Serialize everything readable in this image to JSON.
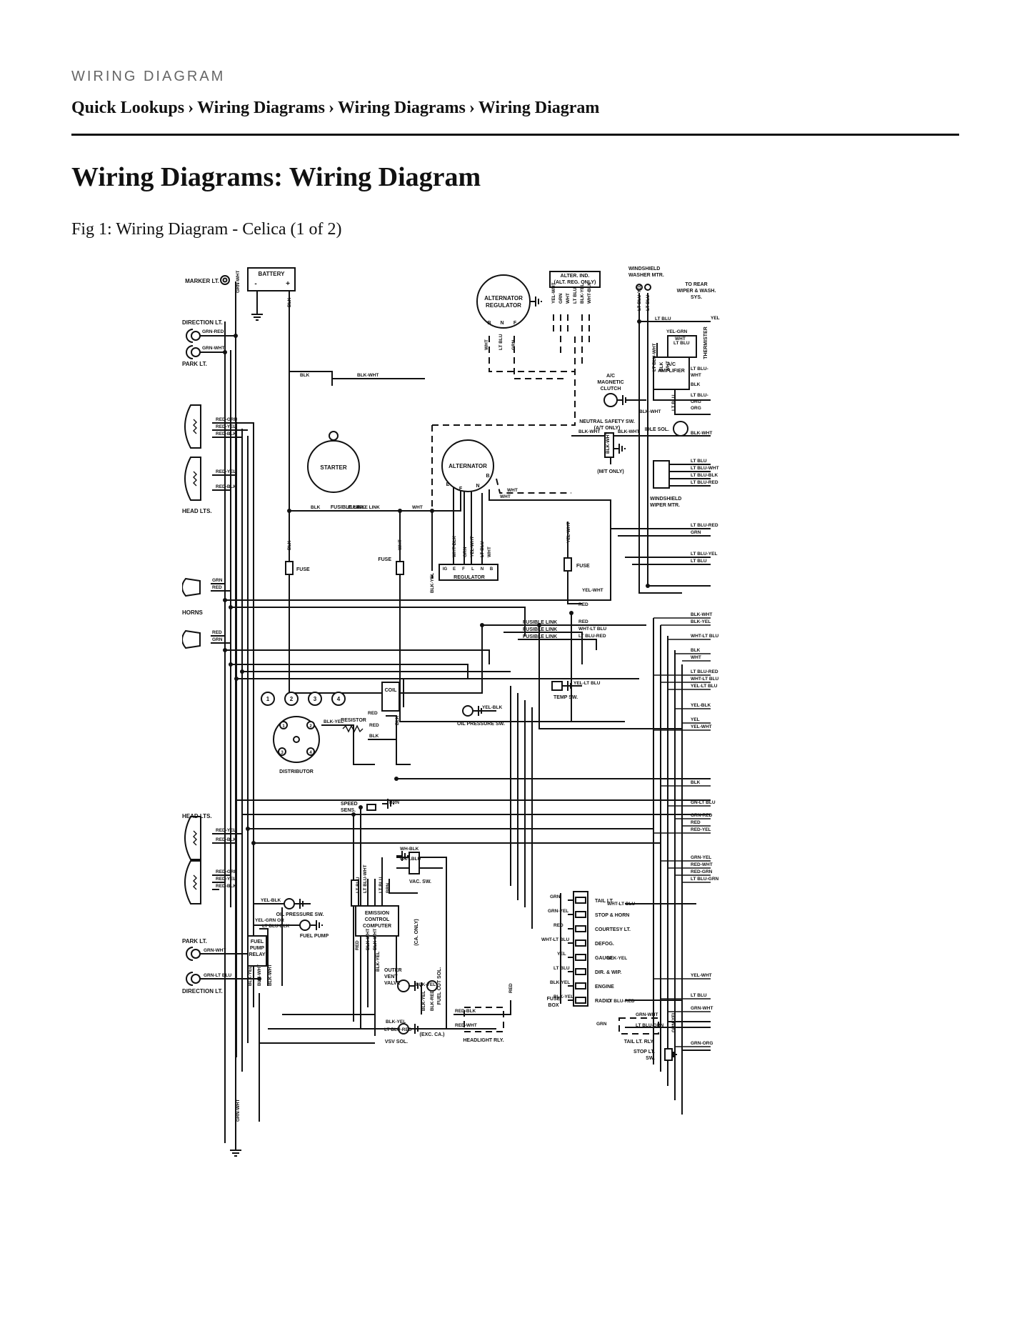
{
  "header": {
    "section_label": "WIRING DIAGRAM",
    "breadcrumb": [
      "Quick Lookups",
      "Wiring Diagrams",
      "Wiring Diagrams",
      "Wiring Diagram"
    ],
    "separator": "›"
  },
  "page": {
    "title": "Wiring Diagrams: Wiring Diagram",
    "figure_caption": "Fig 1: Wiring Diagram - Celica (1 of 2)"
  },
  "diagram": {
    "components": {
      "marker_lt": "MARKER LT.",
      "battery": "BATTERY",
      "direction_lt_top": "DIRECTION LT.",
      "park_lt_top": "PARK LT.",
      "head_lts_top": "HEAD LTS.",
      "horns": "HORNS",
      "starter": "STARTER",
      "alternator": "ALTERNATOR",
      "alternator_regulator": [
        "ALTERNATOR",
        "REGULATOR"
      ],
      "alter_ind": [
        "ALTER. IND.",
        "(ALT. REG. ONLY)"
      ],
      "windshield_washer": [
        "WINDSHIELD",
        "WASHER MTR."
      ],
      "to_rear_wiper": [
        "TO REAR",
        "WIPER & WASH.",
        "SYS."
      ],
      "thermister": "THERMISTER",
      "ac_amplifier": [
        "A/C",
        "AMPLIFIER"
      ],
      "ac_clutch": [
        "A/C",
        "MAGNETIC",
        "CLUTCH"
      ],
      "idle_sol": "IDLE SOL.",
      "neutral_safety": [
        "NEUTRAL SAFETY SW.",
        "(A/T ONLY)"
      ],
      "mt_only": "(M/T ONLY)",
      "windshield_wiper": [
        "WINDSHIELD",
        "WIPER MTR."
      ],
      "fusible_link": "FUSIBLE LINK",
      "fuse": "FUSE",
      "regulator": "REGULATOR",
      "regulator_terms": [
        "IG",
        "E",
        "F",
        "L",
        "N",
        "B"
      ],
      "alternator_terms": [
        "E",
        "F",
        "N",
        "B"
      ],
      "coil": "COIL",
      "resistor": "RESISTOR",
      "distributor": "DISTRIBUTOR",
      "cylinders": [
        "1",
        "2",
        "3",
        "4"
      ],
      "oil_pressure_sw": "OIL PRESSURE SW.",
      "temp_sw": "TEMP SW.",
      "head_lts_bottom": "HEAD LTS.",
      "speed_sens": [
        "SPEED",
        "SENS."
      ],
      "vac_sw": "VAC. SW.",
      "fuel_pump": "FUEL PUMP",
      "fuel_pump_relay": [
        "FUEL",
        "PUMP",
        "RELAY"
      ],
      "emission_computer": [
        "EMISSION",
        "CONTROL",
        "COMPUTER"
      ],
      "ca_only": "(CA. ONLY)",
      "outer_vent_valve": [
        "OUTER",
        "VENT",
        "VALVE"
      ],
      "fuel_cut_sol": "FUEL CUT SOL.",
      "exc_ca": "(EXC. CA.)",
      "vsv_sol": "VSV SOL.",
      "headlight_rly": "HEADLIGHT RLY.",
      "park_lt_bottom": "PARK LT.",
      "direction_lt_bottom": "DIRECTION LT.",
      "fuse_box": [
        "FUSE",
        "BOX"
      ],
      "fuse_box_circuits": [
        "TAIL LT.",
        "STOP & HORN",
        "COURTESY LT.",
        "DEFOG.",
        "GAUGE",
        "DIR. & WIP.",
        "ENGINE",
        "RADIO"
      ],
      "tail_lt_rly": "TAIL LT. RLY.",
      "stop_lt_sw": [
        "STOP LT.",
        "SW."
      ]
    },
    "wire_labels": {
      "left_top": [
        "GRN-WHT",
        "GRN-RED",
        "GRN-WHT",
        "BLK"
      ],
      "headlight_top": [
        "RED-GRN",
        "RED-YEL",
        "RED-BLK",
        "RED-YEL",
        "RED-BLK"
      ],
      "horns": [
        "GRN",
        "RED",
        "RED",
        "GRN"
      ],
      "starter_fusible": [
        "BLK",
        "BLK-WHT",
        "BLK",
        "FUSIBLE LINK",
        "WHT",
        "BLK",
        "WHT",
        "WHT",
        "YEL-WHT",
        "WHT"
      ],
      "alt_reg": [
        "WHT",
        "LT BLU",
        "GRN"
      ],
      "regulator_wires": [
        "WHT-BLK",
        "GRN",
        "YEL-WHT",
        "LT BLU",
        "WHT",
        "BLK-YEL"
      ],
      "alter_ind": [
        "YEL-WHT",
        "GRN",
        "WHT",
        "LT BLU",
        "BLK-YEL",
        "WHT-BLK"
      ],
      "washer": [
        "LT BLU-YEL",
        "LT BLU",
        "LT BLU",
        "YEL",
        "YEL-GRN",
        "WHT",
        "LT BLU"
      ],
      "amp_wires": [
        "LT BLU-WHT",
        "BLK",
        "WHT",
        "LT BLU-",
        "WHT",
        "BLK",
        "LT BLU-",
        "ORG",
        "BLK-WHT",
        "LT BLU",
        "ORG"
      ],
      "neutral": [
        "BLK-WHT",
        "BLK-WHT",
        "BLK-WHT",
        "BLK-WHT"
      ],
      "wiper": [
        "LT BLU",
        "LT BLU-WHT",
        "LT BLU-BLK",
        "LT BLU-RED"
      ],
      "right_mid": [
        "LT BLU-RED",
        "GRN",
        "LT BLU-YEL",
        "LT BLU"
      ],
      "fusible_links": [
        "YEL-WHT",
        "RED",
        "RED",
        "WHT-LT BLU",
        "LT BLU-RED"
      ],
      "right_bundle": [
        "BLK-WHT",
        "BLK-YEL",
        "WHT-LT BLU",
        "BLK",
        "WHT",
        "LT BLU-RED",
        "WHT-LT BLU",
        "YEL-LT BLU",
        "YEL-BLK",
        "YEL",
        "YEL-WHT",
        "BLK",
        "GN-LT BLU",
        "GRN-RED",
        "RED",
        "RED-YEL",
        "GRN-YEL",
        "RED-WHT",
        "RED-GRN",
        "LT BLU-GRN",
        "YEL-WHT",
        "LT BLU",
        "GRN-WHT",
        "GRN-ORG"
      ],
      "temp": [
        "YEL-LT BLU"
      ],
      "oil_pressure": [
        "YEL-BLK"
      ],
      "coil_dist": [
        "RED",
        "BLK-YEL",
        "RED",
        "BLK",
        "BLK"
      ],
      "speed": [
        "BRN"
      ],
      "headlight_bottom": [
        "RED-YEL",
        "RED-BLK",
        "RED-GRN",
        "RED-YEL",
        "RED-BLK"
      ],
      "vac": [
        "WH-BLK",
        "GN-LBLU"
      ],
      "oil2": [
        "YEL-BLK"
      ],
      "fuel_pump": [
        "YEL-GRN OR",
        "LT BLU-BLK"
      ],
      "park_dir_bottom": [
        "GRN-WHT",
        "GRN-LT BLU",
        "GRN-WHT"
      ],
      "relay": [
        "BLK-YEL",
        "BLK-WHT",
        "BLK-WHT"
      ],
      "computer": [
        "LT BLU",
        "LT BLU-WHT",
        "BLK-WHT",
        "LT BLU",
        "BRN",
        "RED",
        "BLK-WHT",
        "BLK-YEL"
      ],
      "vsv": [
        "BLK-YEL",
        "LT BLU-RED"
      ],
      "fuel_cut": [
        "BLK-YEL",
        "BLK-RED",
        "BLK-YEL"
      ],
      "headlight_rly": [
        "RED-BLK",
        "RED-WHT",
        "RED"
      ],
      "fuse_box_wires": [
        "GRN",
        "WHT-LT BLU",
        "GRN-YEL",
        "RED",
        "WHT-LT BLU",
        "YEL",
        "BLK-YEL",
        "LT BLU",
        "BLK-YEL",
        "BLK-YEL",
        "LT BLU-RED"
      ],
      "tail_rly": [
        "GRN",
        "GRN-WHT",
        "LT BLU-GRN",
        "GRN-YEL"
      ]
    }
  }
}
